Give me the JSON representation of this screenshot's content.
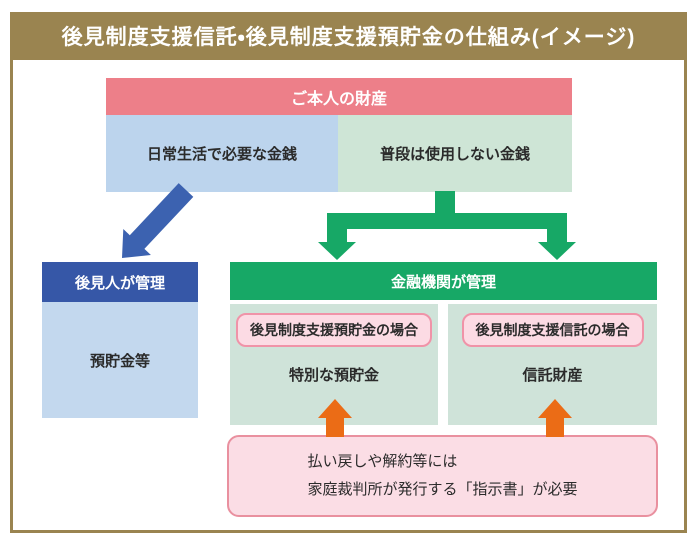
{
  "title": "後見制度支援信託・後見制度支援預貯金の仕組み(イメージ)",
  "assets": {
    "header": "ご本人の財産",
    "daily_money": "日常生活で必要な金銭",
    "unused_money": "普段は使用しない金銭"
  },
  "guardian": {
    "header": "後見人が管理",
    "body": "預貯金等"
  },
  "institution": {
    "header": "金融機関が管理",
    "deposit_case": {
      "label": "後見制度支援預貯金の場合",
      "asset": "特別な預貯金"
    },
    "trust_case": {
      "label": "後見制度支援信託の場合",
      "asset": "信託財産"
    }
  },
  "note": {
    "line1": "払い戻しや解約等には",
    "line2": "家庭裁判所が発行する「指示書」が必要"
  },
  "colors": {
    "frame_gold": "#9a8450",
    "header_pink": "#ed7f89",
    "daily_blue": "#bcd4ed",
    "unused_green": "#cee5d6",
    "guardian_blue": "#3657a7",
    "guardian_body_blue": "#c3d8ee",
    "institution_green": "#17a866",
    "panel_green": "#cfe3d9",
    "case_pink_fill": "#fcdbe4",
    "case_pink_border": "#f093a8",
    "note_pink_fill": "#fbdde5",
    "note_pink_border": "#e9909f",
    "arrow_blue": "#3c62b0",
    "arrow_green": "#17a866",
    "arrow_orange": "#eb6c16",
    "text_dark": "#2b2b2b"
  }
}
